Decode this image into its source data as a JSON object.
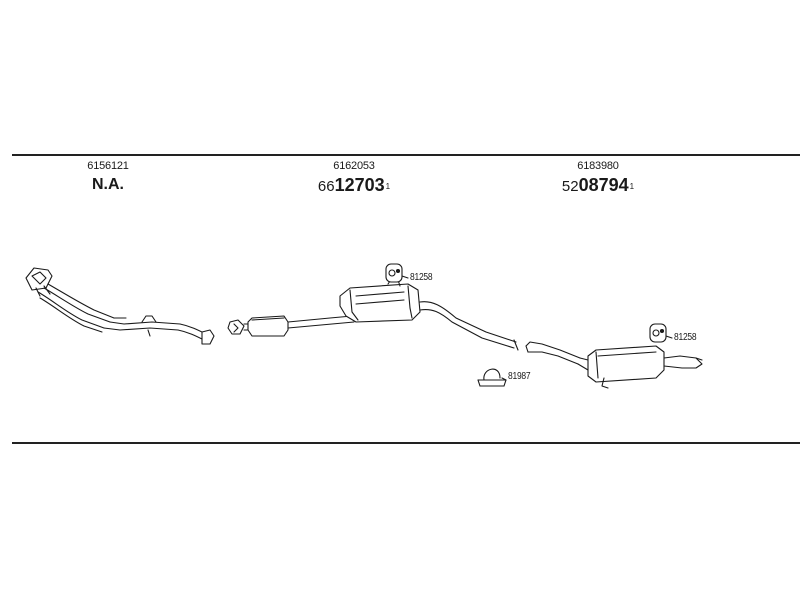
{
  "parts": [
    {
      "ref": "6156121",
      "label": "N.A."
    },
    {
      "ref": "6162053",
      "prefix": "66",
      "number": "12703",
      "suffix": "1"
    },
    {
      "ref": "6183980",
      "prefix": "52",
      "number": "08794",
      "suffix": "1"
    }
  ],
  "callouts": {
    "mount_center": "81258",
    "mount_right": "81258",
    "clamp": "81987"
  },
  "icons": {
    "rubber_mount": "rubber-mount-icon",
    "pipe_clamp": "pipe-clamp-icon"
  }
}
